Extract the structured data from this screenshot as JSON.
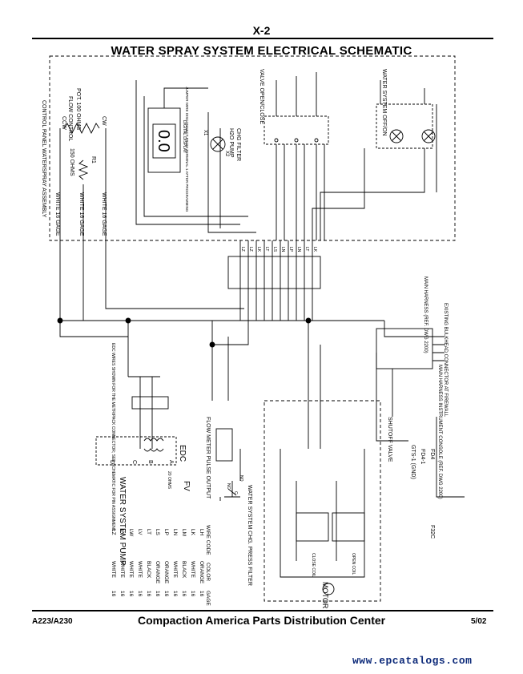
{
  "header": {
    "page_number": "X-2",
    "title": "WATER SPRAY SYSTEM ELECTRICAL SCHEMATIC"
  },
  "labels": {
    "control_panel": "CONTROL PANEL WATERSPRAY ASSEMBLY",
    "flow_control": "FLOW CONTROL",
    "pot_ohms": "POT. 100 OHMS",
    "r1": "R1",
    "r1_ohms": "150 OHMS",
    "ccw": "CCW",
    "cw": "CW",
    "white_gauge_1": "WHITE 16 GAGE",
    "white_gauge_2": "WHITE 16 GAGE",
    "white_gauge_3": "WHITE 16 GAGE",
    "digital_display": "DIGITAL DISPLAY",
    "display_value": "0.0",
    "jumper_note": "JUMPER WIRE DISCONNECT FROM TERMINAL 1 AFTER PROGRAMMING",
    "h2o_pump": "H2O PUMP",
    "chg_filter": "CHG FILTER",
    "valve_open_close": "VALVE OPEN/CLOSE",
    "water_system_off_on": "WATER SYSTEM OFF/ON",
    "main_harness": "MAIN HARNESS (REF. DWG 2200)",
    "existing_bulkhead": "EXISTING BULKHEAD CONNECTOR AT FIREWALL",
    "main_harness_instrument": "MAIN HARNESS INSTRUMENT CONSOLE (REF. DWG 2200)",
    "fd4": "FD4",
    "fd4_1": "FD4-1",
    "f32c": "F32C",
    "gnd": "GTS-1 (GND)",
    "shutoff_valve": "SHUTOFF VALVE",
    "flow_meter": "FLOW METER PULSE OUTPUT",
    "edc": "EDC",
    "fv": "FV",
    "water_system_pump": "WATER SYSTEM PUMP",
    "pump_ohms": "20 OHMS",
    "press_filter": "WATER SYSTEM CHG. PRESS FILTER",
    "motor": "MOTOR",
    "edc_note": "EDC WIRES SHOWN FOR THE METRIPACK CONNECTOR; SEE SCHEMATIC FOR PIN ASSIGNMENT",
    "open_coil": "OPEN COIL",
    "close_coil": "CLOSE COIL",
    "pin_c": "C",
    "pin_b": "B",
    "pin_a": "A",
    "pin_d": "D",
    "no": "NO",
    "c": "C",
    "nc": "NC",
    "x1": "X1",
    "x2": "X2"
  },
  "wire_table": {
    "headers": [
      "WIRE CODE",
      "COLOR",
      "GAGE"
    ],
    "rows": [
      {
        "code": "LH",
        "color": "ORANGE",
        "gage": "16"
      },
      {
        "code": "LK",
        "color": "WHITE",
        "gage": "16"
      },
      {
        "code": "LM",
        "color": "BLACK",
        "gage": "16"
      },
      {
        "code": "LN",
        "color": "WHITE",
        "gage": "16"
      },
      {
        "code": "LP",
        "color": "ORANGE",
        "gage": "16"
      },
      {
        "code": "LS",
        "color": "ORANGE",
        "gage": "16"
      },
      {
        "code": "LT",
        "color": "BLACK",
        "gage": "16"
      },
      {
        "code": "LV",
        "color": "WHITE",
        "gage": "16"
      },
      {
        "code": "LW",
        "color": "WHITE",
        "gage": "16"
      },
      {
        "code": "LY",
        "color": "WHITE",
        "gage": "16"
      },
      {
        "code": "LZ",
        "color": "WHITE",
        "gage": "16"
      }
    ]
  },
  "connector_labels": [
    "LZ",
    "LZ",
    "LK",
    "LT",
    "LS",
    "LN",
    "LP",
    "LN",
    "LT",
    "LK"
  ],
  "footer": {
    "model": "A223/A230",
    "center": "Compaction America Parts Distribution Center",
    "date": "5/02"
  },
  "watermark": "www.epcatalogs.com"
}
